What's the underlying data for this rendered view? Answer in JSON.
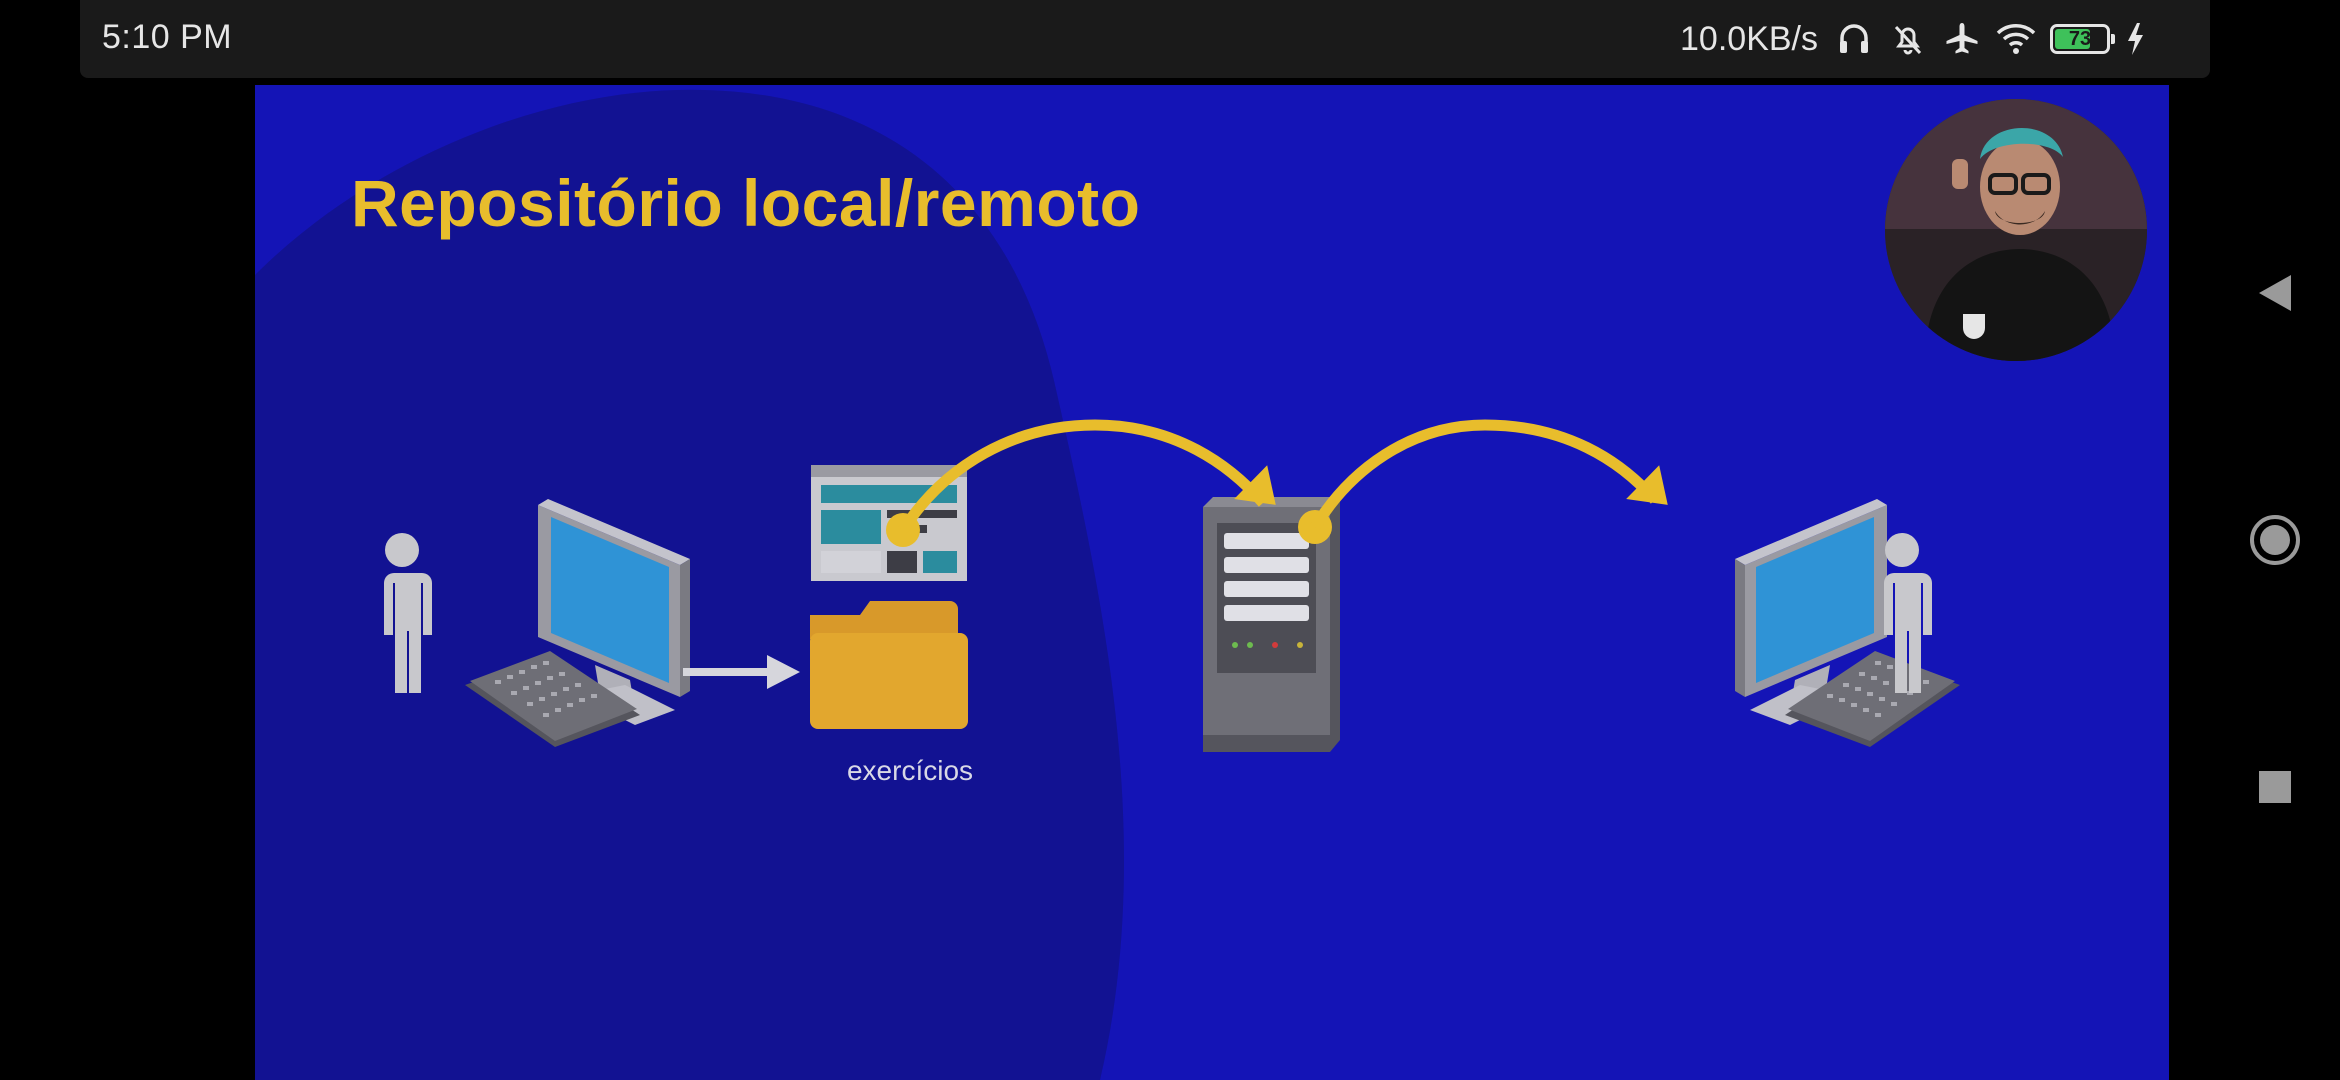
{
  "status_bar": {
    "time": "5:10 PM",
    "net_speed": "10.0KB/s",
    "battery_level": "73",
    "battery_fraction": 0.73,
    "icons": [
      "headphones-icon",
      "bell-muted-icon",
      "airplane-icon",
      "wifi-icon",
      "battery-icon",
      "charging-icon"
    ]
  },
  "video": {
    "slide_title": "Repositório local/remoto",
    "folder_label": "exercícios",
    "colors": {
      "background": "#1414b6",
      "accent": "#e8bd2c"
    }
  },
  "nav_bar": {
    "buttons": [
      "back-button",
      "home-button",
      "recents-button"
    ]
  }
}
